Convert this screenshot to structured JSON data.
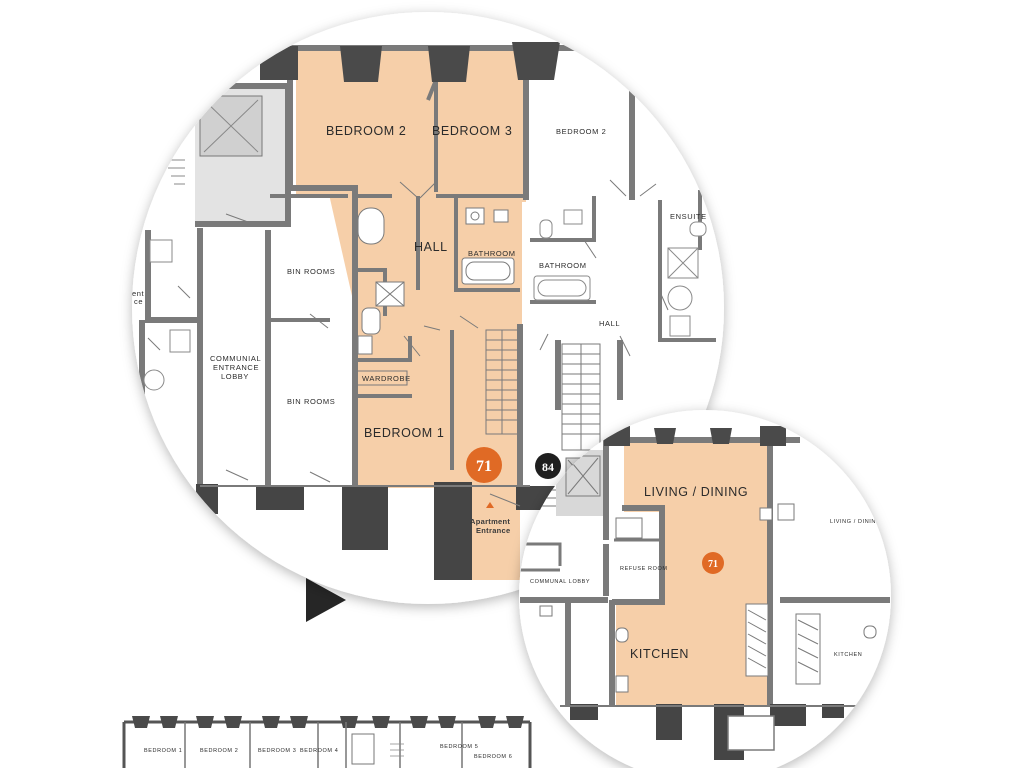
{
  "colors": {
    "unit_fill": "#f6cfa9",
    "badge_orange": "#e06a25",
    "badge_dark": "#1f1f1f",
    "wall": "#7a7a7a",
    "dark_wall": "#454545",
    "line": "#8c8c8c"
  },
  "main_circle": {
    "rooms": {
      "bedroom_2": "BEDROOM 2",
      "bedroom_3": "BEDROOM 3",
      "hall": "HALL",
      "bathroom": "BATHROOM",
      "wardrobe": "WARDROBE",
      "bedroom_1": "BEDROOM 1",
      "bin_rooms_top": "BIN ROOMS",
      "bin_rooms_bottom": "BIN ROOMS",
      "communial_entrance_lobby": [
        "COMMUNIAL",
        "ENTRANCE",
        "LOBBY"
      ],
      "adj_bedroom_2": "BEDROOM 2",
      "adj_ensuite": "ENSUITE",
      "adj_bathroom": "BATHROOM",
      "adj_hall": "HALL",
      "left_partial": [
        "ent",
        "ce"
      ]
    },
    "unit_badge": "71",
    "neighbor_badge": "84",
    "apartment_entrance": [
      "Apartment",
      "Entrance"
    ]
  },
  "detail_circle": {
    "rooms": {
      "living_dining": "LIVING / DINING",
      "kitchen": "KITCHEN",
      "communal_lobby": "COMMUNAL LOBBY",
      "refuse_room": "REFUSE ROOM",
      "adj_living_dining": "LIVING / DINING",
      "adj_kitchen": "KITCHEN"
    },
    "unit_badge": "71"
  },
  "bottom_strip": {
    "labels": [
      "BEDROOM 1",
      "BEDROOM 2",
      "BEDROOM 3",
      "BEDROOM 4",
      "BEDROOM 5",
      "BEDROOM 6"
    ]
  }
}
